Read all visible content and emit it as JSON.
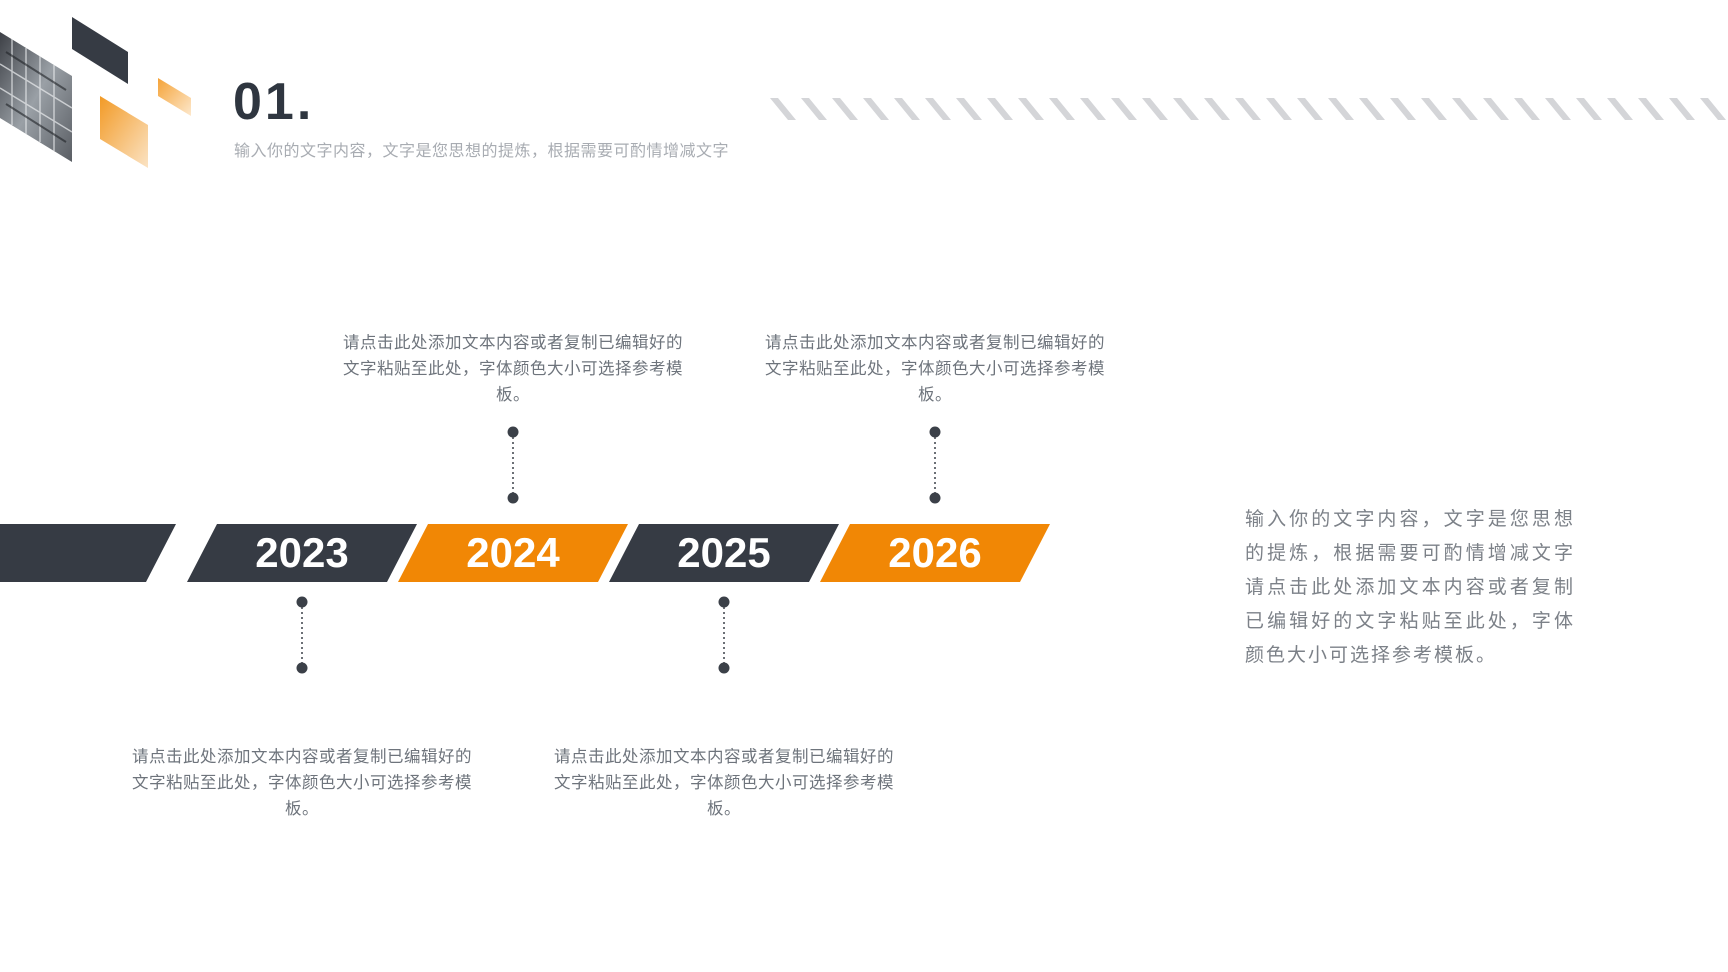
{
  "header": {
    "section_number": "01.",
    "subtitle": "输入你的文字内容，文字是您思想的提炼，根据需要可酌情增减文字"
  },
  "colors": {
    "dark": "#363b44",
    "orange": "#f18705",
    "stripe": "#d4d5d8",
    "dot": "#3b4048"
  },
  "timeline": [
    {
      "year": "2023",
      "color": "dark",
      "caption_position": "below",
      "caption": "请点击此处添加文本内容或者复制已编辑好的文字粘贴至此处，字体颜色大小可选择参考模板。"
    },
    {
      "year": "2024",
      "color": "orange",
      "caption_position": "above",
      "caption": "请点击此处添加文本内容或者复制已编辑好的文字粘贴至此处，字体颜色大小可选择参考模板。"
    },
    {
      "year": "2025",
      "color": "dark",
      "caption_position": "below",
      "caption": "请点击此处添加文本内容或者复制已编辑好的文字粘贴至此处，字体颜色大小可选择参考模板。"
    },
    {
      "year": "2026",
      "color": "orange",
      "caption_position": "above",
      "caption": "请点击此处添加文本内容或者复制已编辑好的文字粘贴至此处，字体颜色大小可选择参考模板。"
    }
  ],
  "side_text": "输入你的文字内容，文字是您思想的提炼，根据需要可酌情增减文字请点击此处添加文本内容或者复制已编辑好的文字粘贴至此处，字体颜色大小可选择参考模板。"
}
